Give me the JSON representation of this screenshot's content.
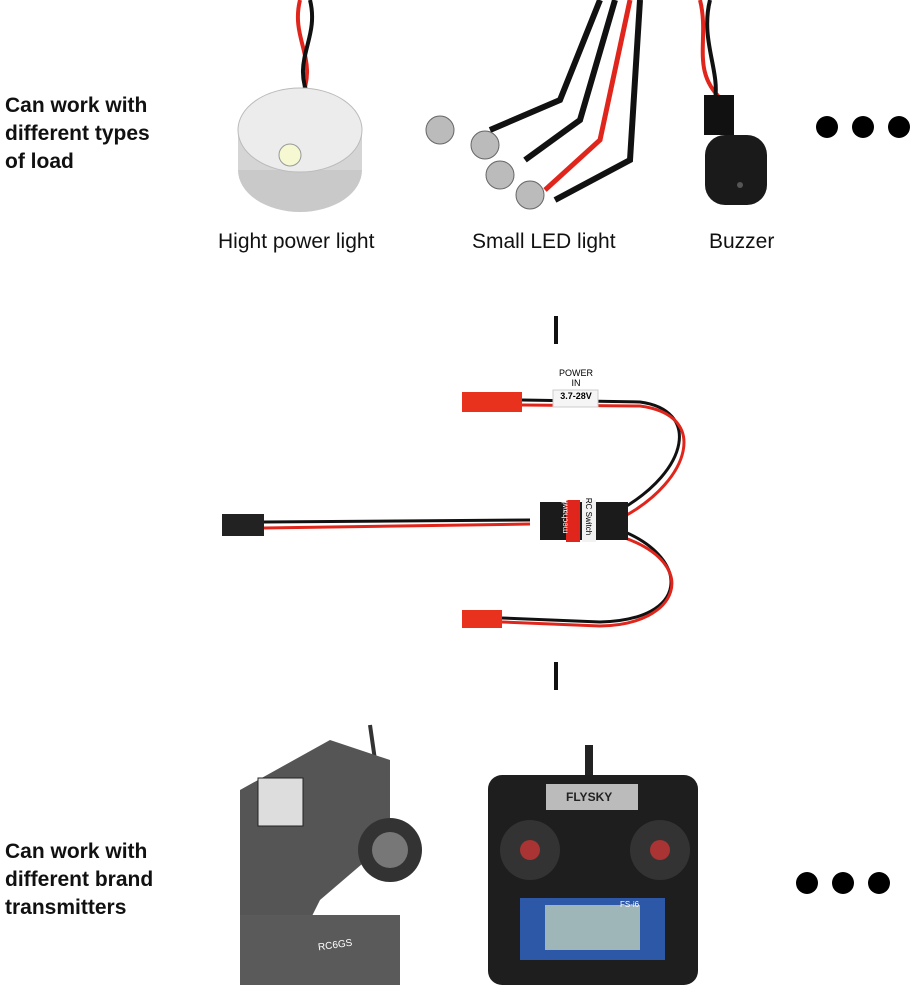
{
  "top_label": "Can work with\ndifferent types\nof load",
  "bottom_label": "Can work with\ndifferent brand\ntransmitters",
  "loads": [
    {
      "caption": "Hight power light"
    },
    {
      "caption": "Small LED light"
    },
    {
      "caption": "Buzzer"
    }
  ],
  "switch": {
    "power_label_1": "POWER",
    "power_label_2": "IN",
    "voltage": "3.7-28V",
    "brand": "mechawk",
    "model": "RC Switch"
  },
  "transmitters": [
    {
      "brand": "RC6GS"
    },
    {
      "brand": "FLYSKY",
      "model": "FS-i6"
    }
  ],
  "colors": {
    "wire_red": "#e0261c",
    "wire_black": "#111111",
    "connector_red": "#e8321e"
  }
}
